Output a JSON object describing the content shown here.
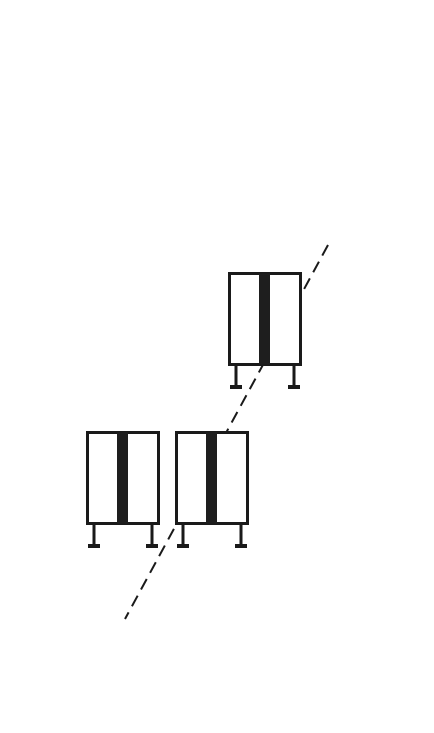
{
  "diagram": {
    "kind": "line-drawing",
    "colors": {
      "background": "#ffffff",
      "stroke": "#1a1a1a",
      "stripe": "#1e1e1e"
    },
    "units": [
      {
        "id": "upper-right",
        "has_center_stripe": true,
        "legs": 2
      },
      {
        "id": "lower-left",
        "has_center_stripe": true,
        "legs": 2
      },
      {
        "id": "lower-middle",
        "has_center_stripe": true,
        "legs": 2
      }
    ],
    "guide_line": {
      "style": "dashed"
    }
  }
}
